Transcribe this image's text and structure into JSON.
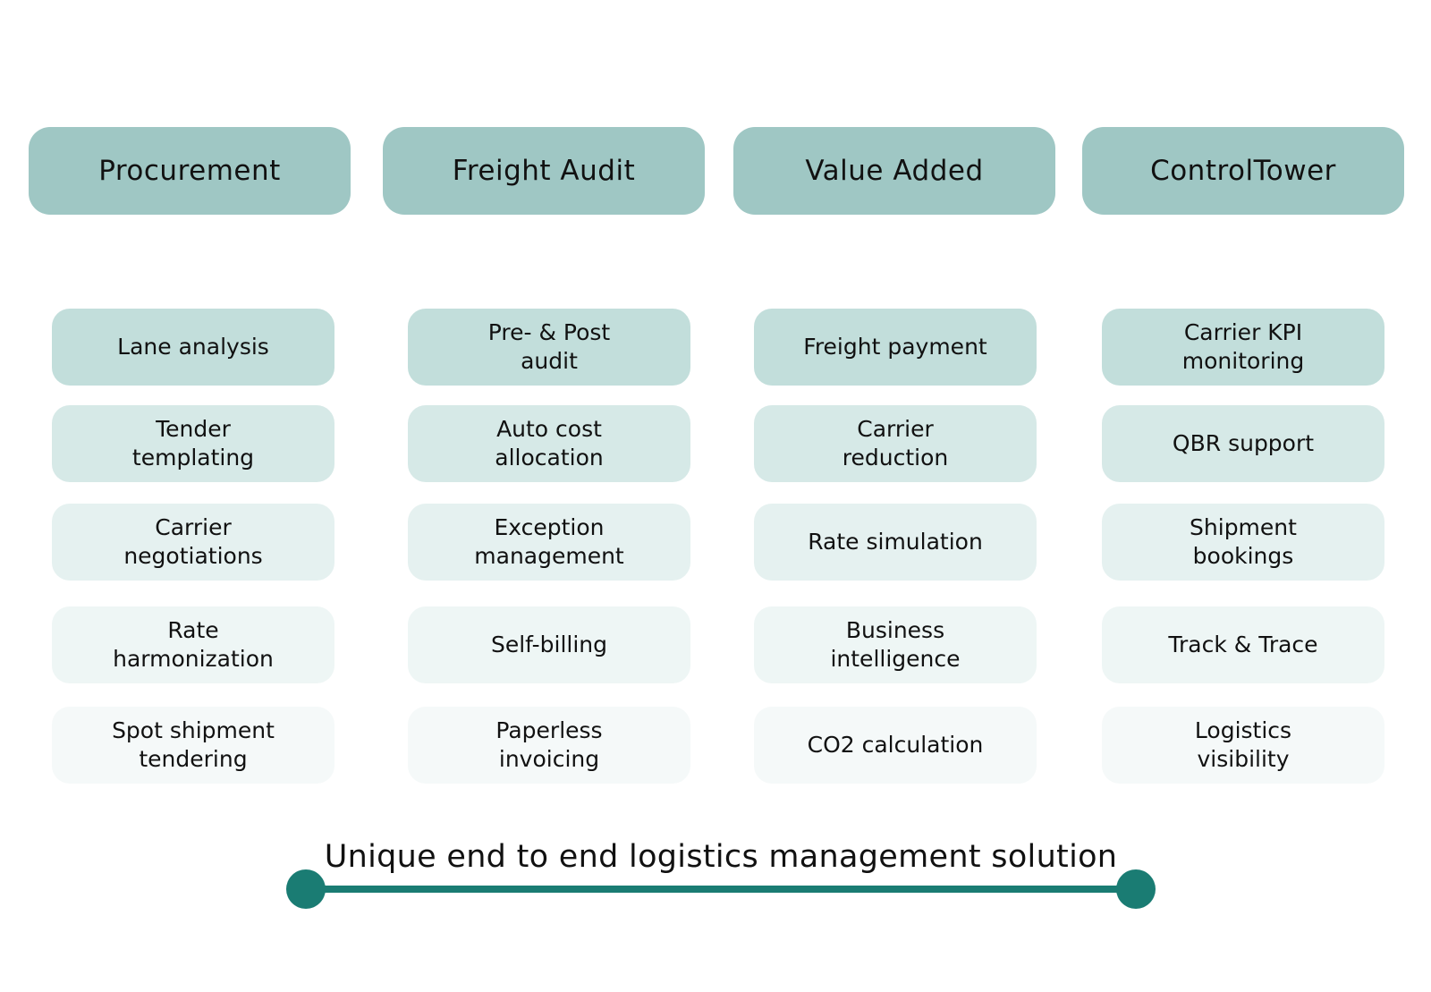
{
  "colors": {
    "header_bg": "#9fc7c4",
    "row_bg": [
      "#c2dedb",
      "#d6e9e7",
      "#e5f1f0",
      "#eef6f5",
      "#f5f9f9"
    ],
    "accent": "#1a7c73"
  },
  "columns": [
    {
      "title": "Procurement",
      "items": [
        "Lane analysis",
        "Tender\ntemplating",
        "Carrier\nnegotiations",
        "Rate\nharmonization",
        "Spot shipment\ntendering"
      ]
    },
    {
      "title": "Freight Audit",
      "items": [
        "Pre- & Post\naudit",
        "Auto cost\nallocation",
        "Exception\nmanagement",
        "Self-billing",
        "Paperless\ninvoicing"
      ]
    },
    {
      "title": "Value Added",
      "items": [
        "Freight payment",
        "Carrier\nreduction",
        "Rate simulation",
        "Business\nintelligence",
        "CO2 calculation"
      ]
    },
    {
      "title": "ControlTower",
      "items": [
        "Carrier KPI\nmonitoring",
        "QBR support",
        "Shipment\nbookings",
        "Track & Trace",
        "Logistics\nvisibility"
      ]
    }
  ],
  "footer": {
    "caption": "Unique end to end logistics management solution"
  }
}
